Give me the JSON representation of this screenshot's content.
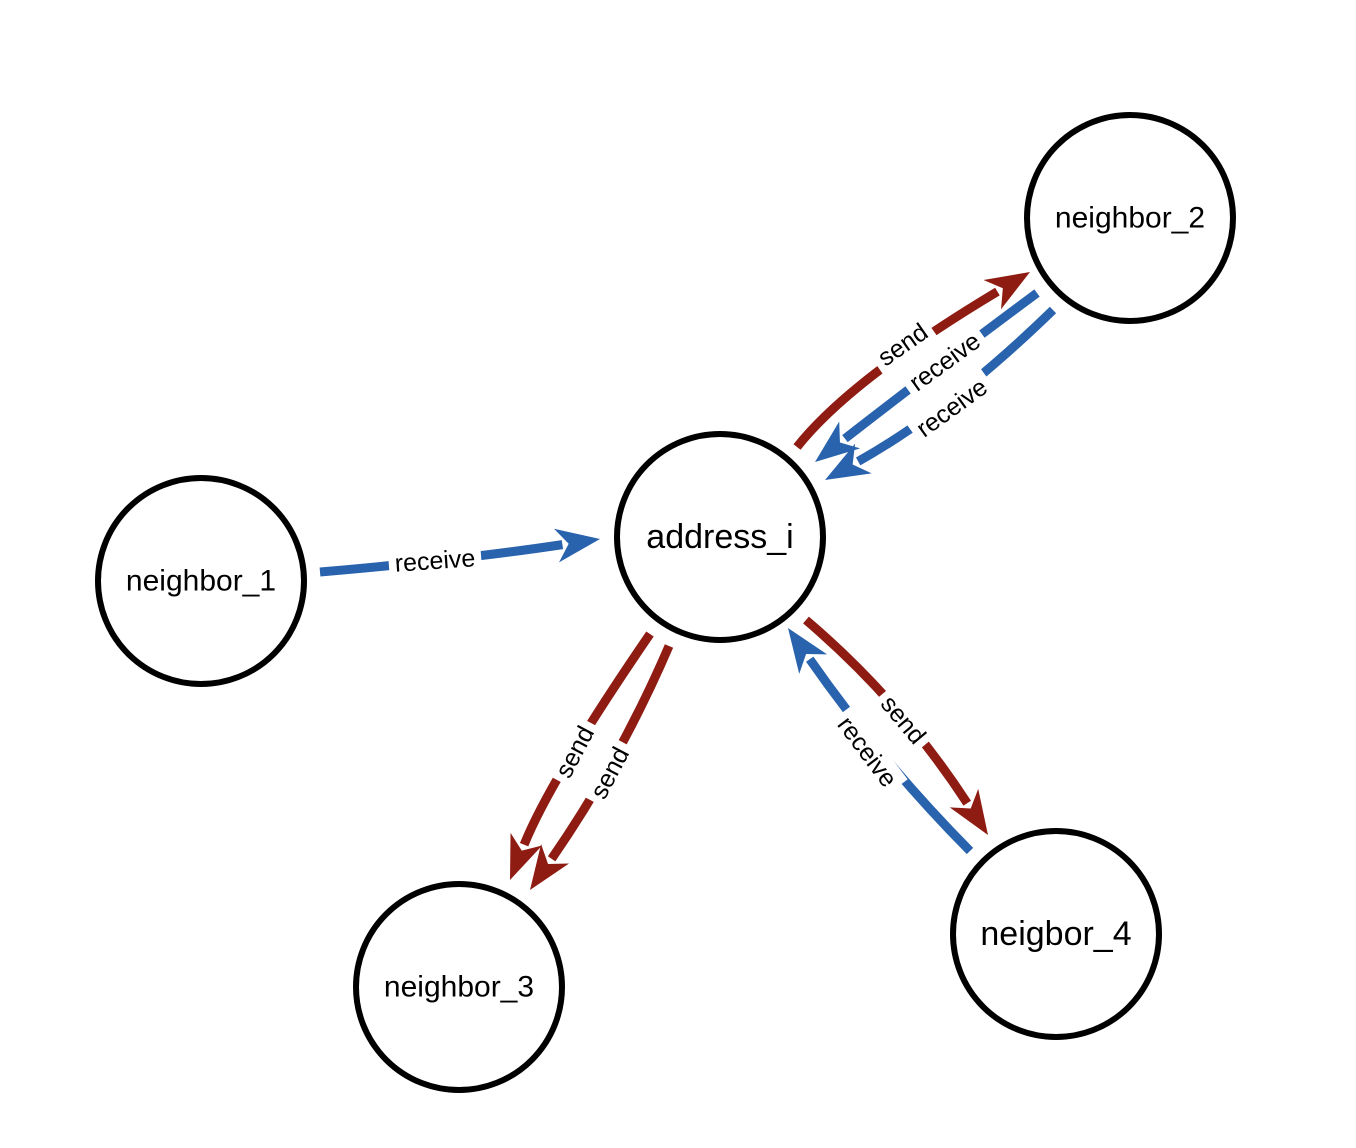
{
  "colors": {
    "send": "#8e1c12",
    "receive": "#2a63ad"
  },
  "nodes": [
    {
      "id": "address_i",
      "label": "address_i"
    },
    {
      "id": "neighbor_1",
      "label": "neighbor_1"
    },
    {
      "id": "neighbor_2",
      "label": "neighbor_2"
    },
    {
      "id": "neighbor_3",
      "label": "neighbor_3"
    },
    {
      "id": "neigbor_4",
      "label": "neigbor_4"
    }
  ],
  "edges": [
    {
      "from": "neighbor_1",
      "to": "address_i",
      "type": "receive",
      "label": "receive"
    },
    {
      "from": "address_i",
      "to": "neighbor_2",
      "type": "send",
      "label": "send"
    },
    {
      "from": "neighbor_2",
      "to": "address_i",
      "type": "receive",
      "label": "receive"
    },
    {
      "from": "neighbor_2",
      "to": "address_i",
      "type": "receive",
      "label": "receive"
    },
    {
      "from": "address_i",
      "to": "neighbor_3",
      "type": "send",
      "label": "send"
    },
    {
      "from": "address_i",
      "to": "neighbor_3",
      "type": "send",
      "label": "send"
    },
    {
      "from": "address_i",
      "to": "neigbor_4",
      "type": "send",
      "label": "send"
    },
    {
      "from": "neigbor_4",
      "to": "address_i",
      "type": "receive",
      "label": "receive"
    }
  ]
}
